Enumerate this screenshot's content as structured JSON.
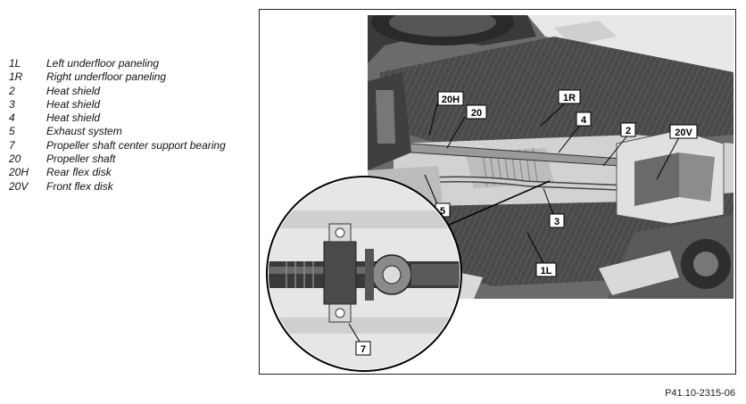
{
  "legend": [
    {
      "key": "1L",
      "label": "Left underfloor paneling"
    },
    {
      "key": "1R",
      "label": "Right underfloor paneling"
    },
    {
      "key": "2",
      "label": "Heat shield"
    },
    {
      "key": "3",
      "label": "Heat shield"
    },
    {
      "key": "4",
      "label": "Heat shield"
    },
    {
      "key": "5",
      "label": "Exhaust system"
    },
    {
      "key": "7",
      "label": "Propeller shaft center support bearing"
    },
    {
      "key": "20",
      "label": "Propeller shaft"
    },
    {
      "key": "20H",
      "label": "Rear flex disk"
    },
    {
      "key": "20V",
      "label": "Front flex disk"
    }
  ],
  "callouts": {
    "c20H": "20H",
    "c1R": "1R",
    "c20": "20",
    "c4": "4",
    "c2": "2",
    "c20V": "20V",
    "c5": "5",
    "c3": "3",
    "c1L": "1L",
    "c7": "7"
  },
  "figure_code": "P41.10-2315-06"
}
